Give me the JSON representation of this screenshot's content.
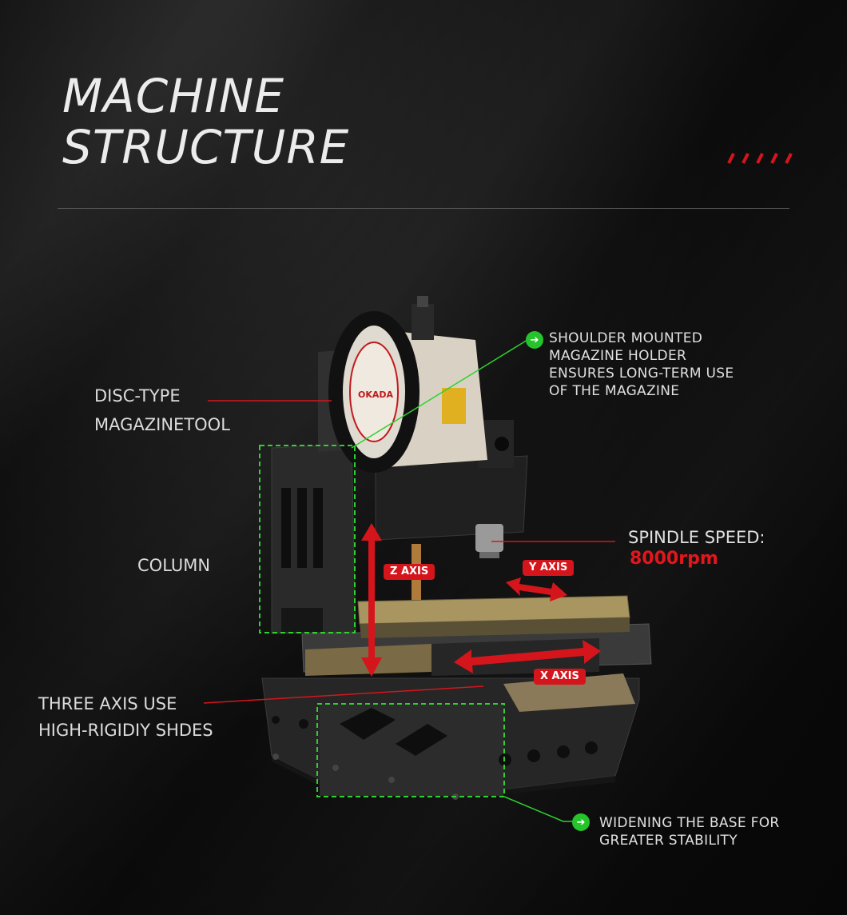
{
  "title": {
    "line1": "MACHINE",
    "line2": "STRUCTURE"
  },
  "brand_logo_text": "OKADA",
  "colors": {
    "accent_red": "#d4161c",
    "accent_green": "#25c42b",
    "background": "#0b0b0b"
  },
  "labels": {
    "disc_line1": "DISC-TYPE",
    "disc_line2": "MAGAZINETOOL",
    "column": "COLUMN",
    "slides_line1": "THREE AXIS USE",
    "slides_line2": "HIGH-RIGIDIY SHDES",
    "spindle_label": "SPINDLE SPEED:",
    "spindle_value": "8000rpm"
  },
  "notes": {
    "magazine": [
      "SHOULDER MOUNTED",
      "MAGAZINE HOLDER",
      "ENSURES LONG-TERM USE",
      "OF THE MAGAZINE"
    ],
    "base": [
      "WIDENING THE BASE FOR",
      "GREATER STABILITY"
    ]
  },
  "axes": {
    "z": "Z AXIS",
    "y": "Y AXIS",
    "x": "X AXIS"
  }
}
